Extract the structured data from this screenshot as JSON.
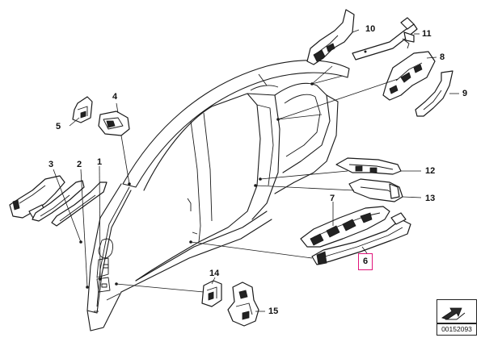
{
  "callouts": {
    "c1": "1",
    "c2": "2",
    "c3": "3",
    "c4": "4",
    "c5": "5",
    "c6": "6",
    "c7": "7",
    "c8": "8",
    "c9": "9",
    "c10": "10",
    "c11": "11",
    "c12": "12",
    "c13": "13",
    "c14": "14",
    "c15": "15"
  },
  "highlighted_callout": "6",
  "highlight_color": "#e0157a",
  "diagram_code": "00152093",
  "icons": {
    "corner": "arrow-logo-icon"
  }
}
